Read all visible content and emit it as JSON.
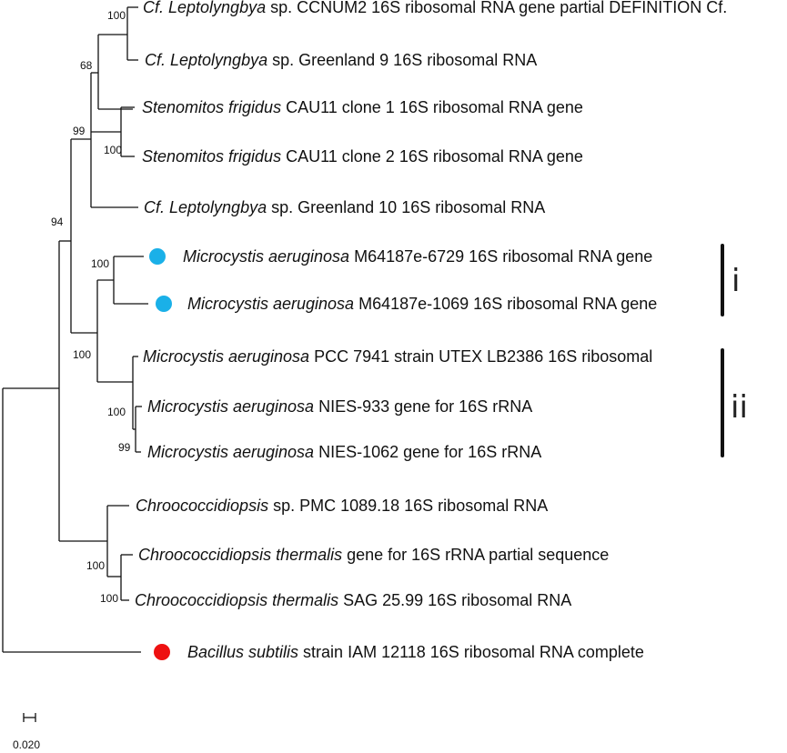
{
  "tree": {
    "taxa": [
      {
        "italic": "Cf. Leptolyngbya",
        "rest": " sp. CCNUM2 16S ribosomal RNA gene partial DEFINITION Cf."
      },
      {
        "italic": "Cf. Leptolyngbya",
        "rest": " sp. Greenland 9 16S ribosomal RNA"
      },
      {
        "italic": "Stenomitos frigidus",
        "rest": " CAU11 clone 1 16S ribosomal RNA gene"
      },
      {
        "italic": "Stenomitos frigidus",
        "rest": " CAU11 clone 2 16S ribosomal RNA gene"
      },
      {
        "italic": "Cf. Leptolyngbya",
        "rest": " sp. Greenland 10 16S ribosomal RNA"
      },
      {
        "italic": "Microcystis aeruginosa",
        "rest": " M64187e-6729 16S ribosomal RNA gene",
        "marker": "#1ab0e8"
      },
      {
        "italic": "Microcystis aeruginosa",
        "rest": " M64187e-1069 16S ribosomal RNA gene",
        "marker": "#1ab0e8"
      },
      {
        "italic": "Microcystis aeruginosa",
        "rest": " PCC 7941 strain UTEX LB2386 16S ribosomal"
      },
      {
        "italic": "Microcystis aeruginosa",
        "rest": " NIES-933 gene for 16S rRNA"
      },
      {
        "italic": "Microcystis aeruginosa",
        "rest": " NIES-1062 gene for 16S rRNA"
      },
      {
        "italic": "Chroococcidiopsis",
        "rest": " sp. PMC 1089.18 16S ribosomal RNA"
      },
      {
        "italic": "Chroococcidiopsis thermalis",
        "rest": " gene for 16S rRNA partial sequence"
      },
      {
        "italic": "Chroococcidiopsis thermalis",
        "rest": " SAG 25.99 16S ribosomal RNA"
      },
      {
        "italic": "Bacillus subtilis",
        "rest": " strain IAM 12118 16S ribosomal RNA complete",
        "marker": "#ee1111"
      }
    ],
    "bootstrap": [
      "100",
      "68",
      "100",
      "99",
      "94",
      "100",
      "100",
      "100",
      "99",
      "100",
      "100"
    ],
    "clades": [
      "i",
      "ii"
    ],
    "scale_bar": "0.020"
  }
}
